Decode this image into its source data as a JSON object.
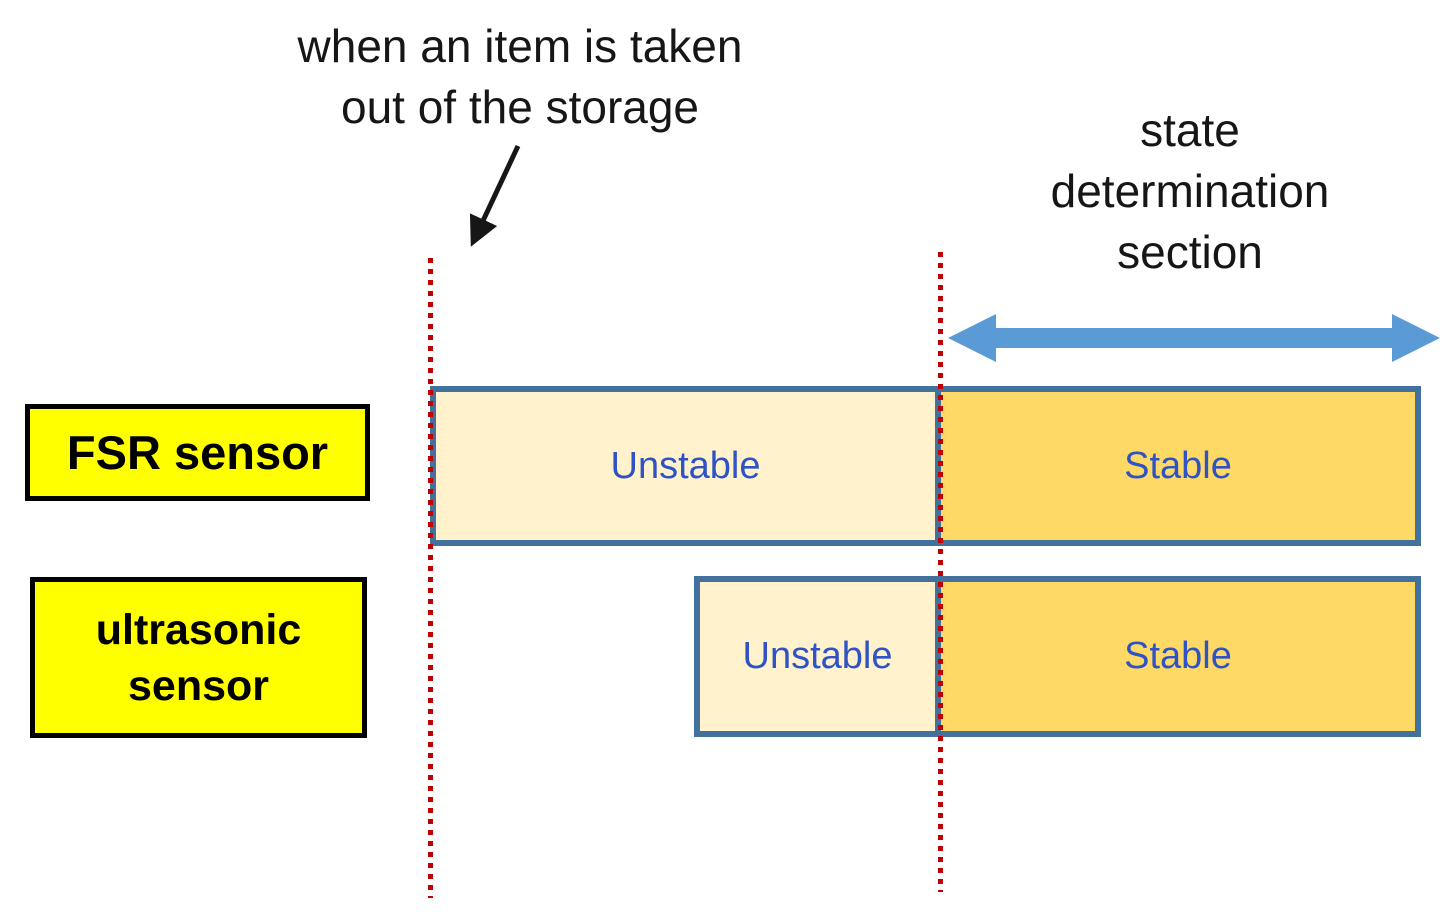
{
  "diagram": {
    "title_hint": "sensor state determination timing diagram",
    "top_annotation": "when an item is taken\nout of the storage",
    "section_annotation": "state\ndetermination\nsection",
    "rows": [
      {
        "label": "FSR sensor",
        "segments": [
          {
            "state": "Unstable"
          },
          {
            "state": "Stable"
          }
        ]
      },
      {
        "label": "ultrasonic\nsensor",
        "segments": [
          {
            "state": "Unstable"
          },
          {
            "state": "Stable"
          }
        ]
      }
    ],
    "icons": [
      "pointer-arrow-icon",
      "double-arrow-icon"
    ],
    "colors": {
      "label_yellow": "#FFFF00",
      "unstable_cream": "#FFF2CC",
      "stable_gold": "#FFD966",
      "bar_border_blue": "#41719C",
      "state_text_blue": "#2F52C4",
      "double_arrow_blue": "#5B9BD5",
      "event_line_red": "#C00000",
      "annotation_black": "#161616"
    }
  }
}
